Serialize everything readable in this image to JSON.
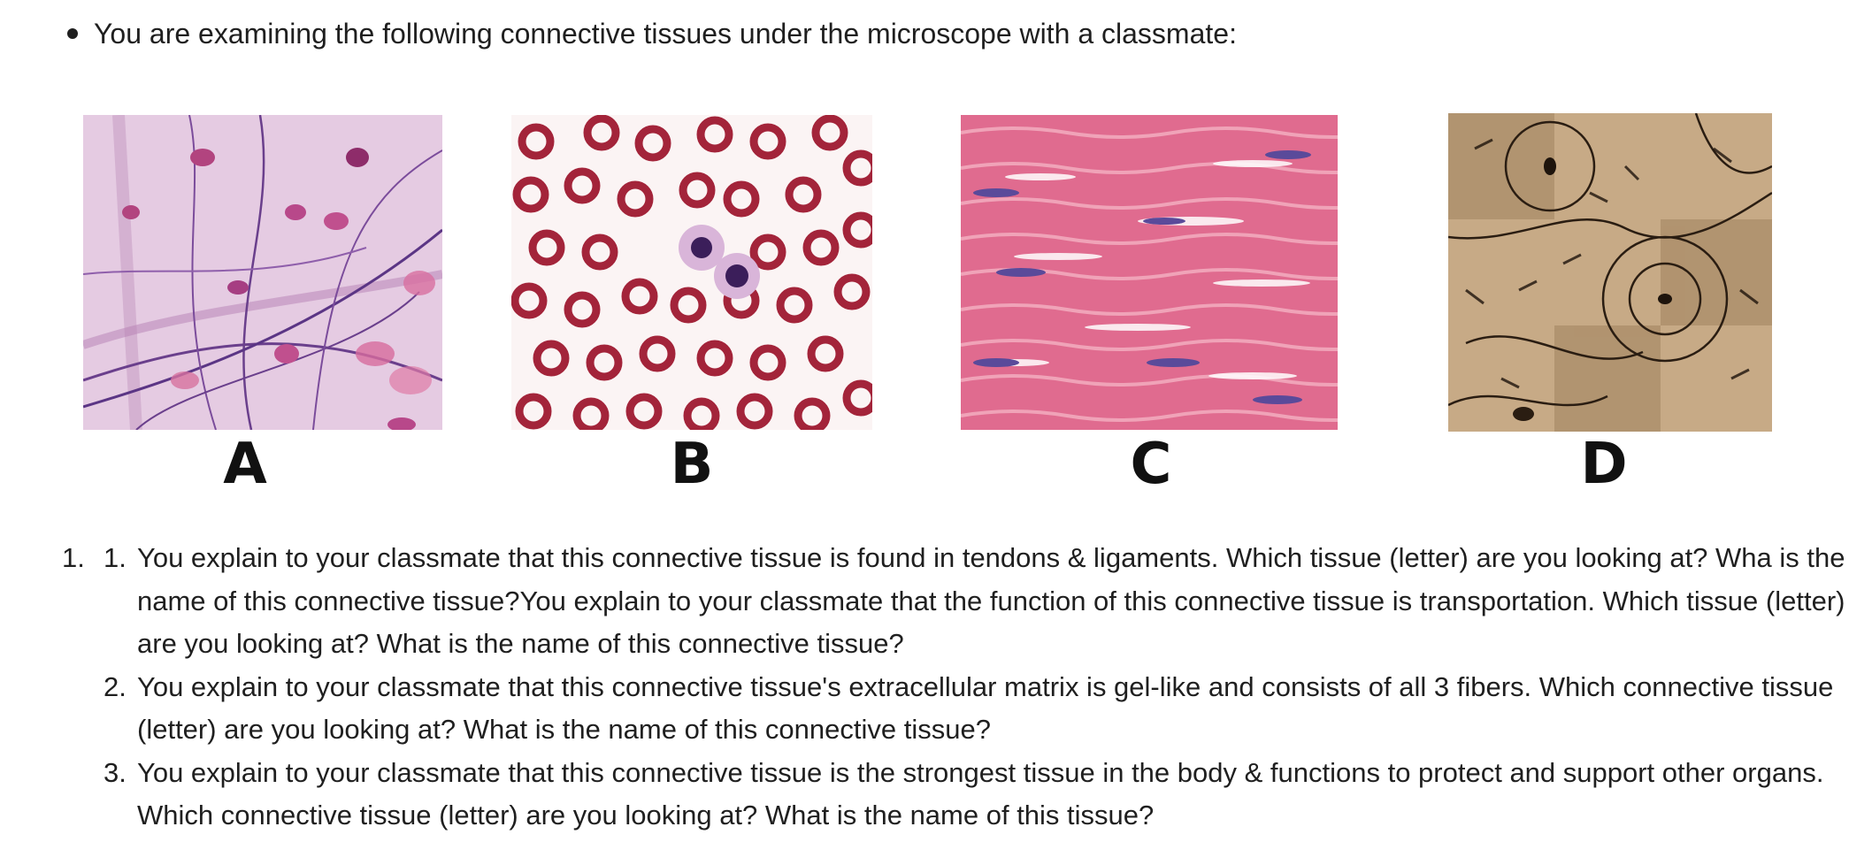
{
  "intro": {
    "text": "You are examining the following connective tissues under the microscope with a classmate:"
  },
  "images": [
    {
      "label": "A",
      "depicts": "areolar connective tissue micrograph"
    },
    {
      "label": "B",
      "depicts": "blood smear micrograph"
    },
    {
      "label": "C",
      "depicts": "dense regular connective tissue micrograph"
    },
    {
      "label": "D",
      "depicts": "bone tissue micrograph"
    }
  ],
  "questions": {
    "outer_number": "1.",
    "items": [
      {
        "number": "1.",
        "text": "You explain to your classmate that this connective tissue is found in tendons & ligaments. Which tissue (letter) are you looking at? Wha is the name of this connective tissue?You explain to your classmate that the function of this connective tissue is transportation. Which tissue (letter) are you looking at? What is the name of this connective tissue?"
      },
      {
        "number": "2.",
        "text": "You explain to your classmate that this connective tissue's extracellular matrix is gel-like and consists of all 3 fibers. Which connective tissue (letter) are you looking at? What is the name of this connective tissue?"
      },
      {
        "number": "3.",
        "text": "You explain to your classmate that this connective tissue is the strongest tissue in the body & functions to protect and support other organs. Which connective tissue (letter) are you looking at? What is the name of this tissue?"
      }
    ]
  }
}
